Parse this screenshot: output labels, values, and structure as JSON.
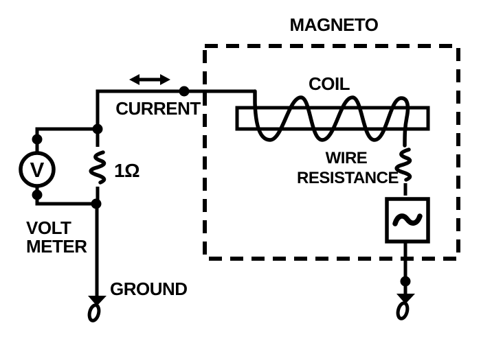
{
  "diagram": {
    "title": "MAGNETO",
    "colors": {
      "ink": "#000000",
      "paper": "#ffffff"
    }
  },
  "labels": {
    "magneto": "MAGNETO",
    "coil": "COIL",
    "current": "CURRENT",
    "wire_resistance_1": "WIRE",
    "wire_resistance_2": "RESISTANCE",
    "resistor_value": "1Ω",
    "voltmeter_1": "VOLT",
    "voltmeter_2": "METER",
    "ground": "GROUND",
    "voltmeter_symbol": "V",
    "ac_symbol": "~"
  }
}
